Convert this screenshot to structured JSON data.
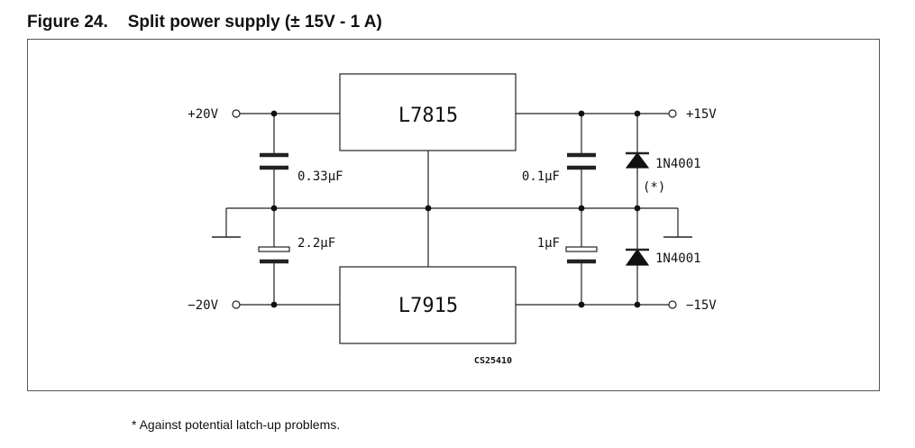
{
  "figure": {
    "number": "Figure 24.",
    "title": "Split power supply (± 15V - 1 A)"
  },
  "diagram": {
    "regulators": {
      "positive": "L7815",
      "negative": "L7915"
    },
    "terminals": {
      "pos_in": "+20V",
      "neg_in": "−20V",
      "pos_out": "+15V",
      "neg_out": "−15V"
    },
    "capacitors": {
      "c_in_pos": "0.33μF",
      "c_in_neg": "2.2μF",
      "c_out_pos": "0.1μF",
      "c_out_neg": "1μF"
    },
    "diodes": {
      "d_top": "1N4001",
      "d_bottom": "1N4001",
      "note_mark": "(*)"
    },
    "code": "CS25410"
  },
  "footnote": "* Against potential latch-up problems."
}
